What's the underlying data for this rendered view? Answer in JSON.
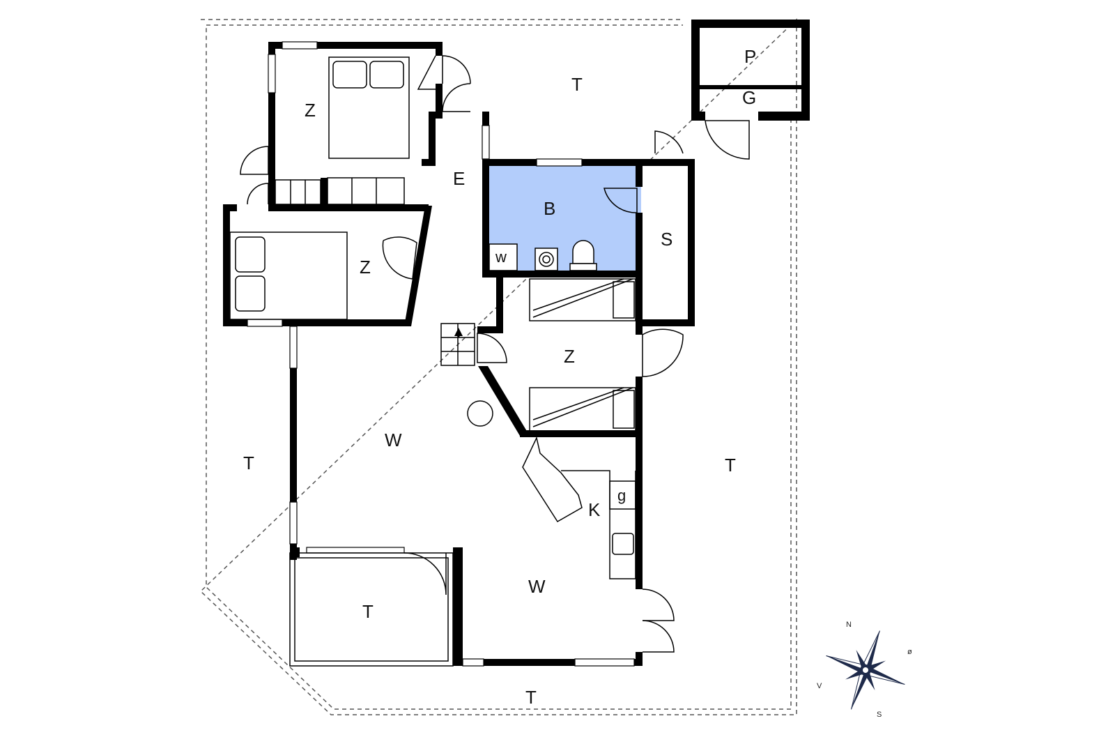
{
  "floor_plan": {
    "colors": {
      "walls": "#000000",
      "bathroom_fill": "#b3cdfb",
      "background": "#ffffff",
      "compass": "#1e2a4a"
    },
    "rooms": {
      "bedroom_top": "Z",
      "bedroom_left": "Z",
      "bedroom_right": "Z",
      "entrance": "E",
      "bathroom": "B",
      "storage": "S",
      "living_upper": "W",
      "living_lower": "W",
      "kitchen": "K",
      "terrace_north": "T",
      "terrace_west": "T",
      "terrace_east": "T",
      "terrace_south": "T",
      "terrace_covered": "T",
      "annex_p": "P",
      "annex_g": "G"
    },
    "fixtures": {
      "washer": "w",
      "stove": "g"
    },
    "compass": {
      "north": "N",
      "east": "ø",
      "south": "S",
      "west": "V"
    }
  }
}
